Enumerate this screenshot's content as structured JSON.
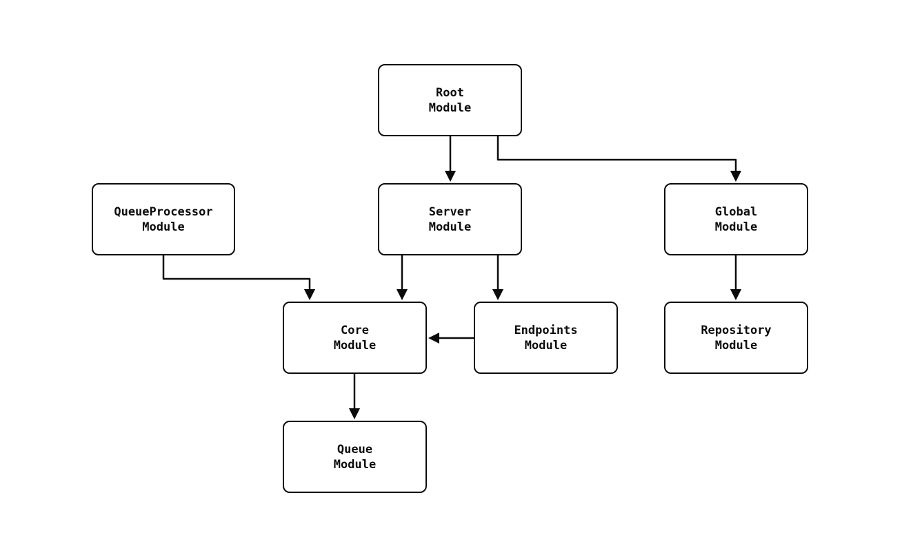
{
  "diagram": {
    "type": "module-dependency-graph",
    "colors": {
      "background": "#ffffff",
      "node_fill": "#ffffff",
      "node_border": "#0b0b0b",
      "edge": "#0b0b0b",
      "text": "#0b0b0b"
    },
    "nodes": {
      "root": {
        "label": "Root\nModule"
      },
      "server": {
        "label": "Server\nModule"
      },
      "global": {
        "label": "Global\nModule"
      },
      "queueprocessor": {
        "label": "QueueProcessor\nModule"
      },
      "core": {
        "label": "Core\nModule"
      },
      "endpoints": {
        "label": "Endpoints\nModule"
      },
      "repository": {
        "label": "Repository\nModule"
      },
      "queue": {
        "label": "Queue\nModule"
      }
    },
    "edges": [
      {
        "from": "Root Module",
        "to": "Server Module"
      },
      {
        "from": "Root Module",
        "to": "Global Module"
      },
      {
        "from": "QueueProcessor Module",
        "to": "Core Module"
      },
      {
        "from": "Server Module",
        "to": "Core Module"
      },
      {
        "from": "Server Module",
        "to": "Endpoints Module"
      },
      {
        "from": "Endpoints Module",
        "to": "Core Module"
      },
      {
        "from": "Global Module",
        "to": "Repository Module"
      },
      {
        "from": "Core Module",
        "to": "Queue Module"
      }
    ]
  }
}
